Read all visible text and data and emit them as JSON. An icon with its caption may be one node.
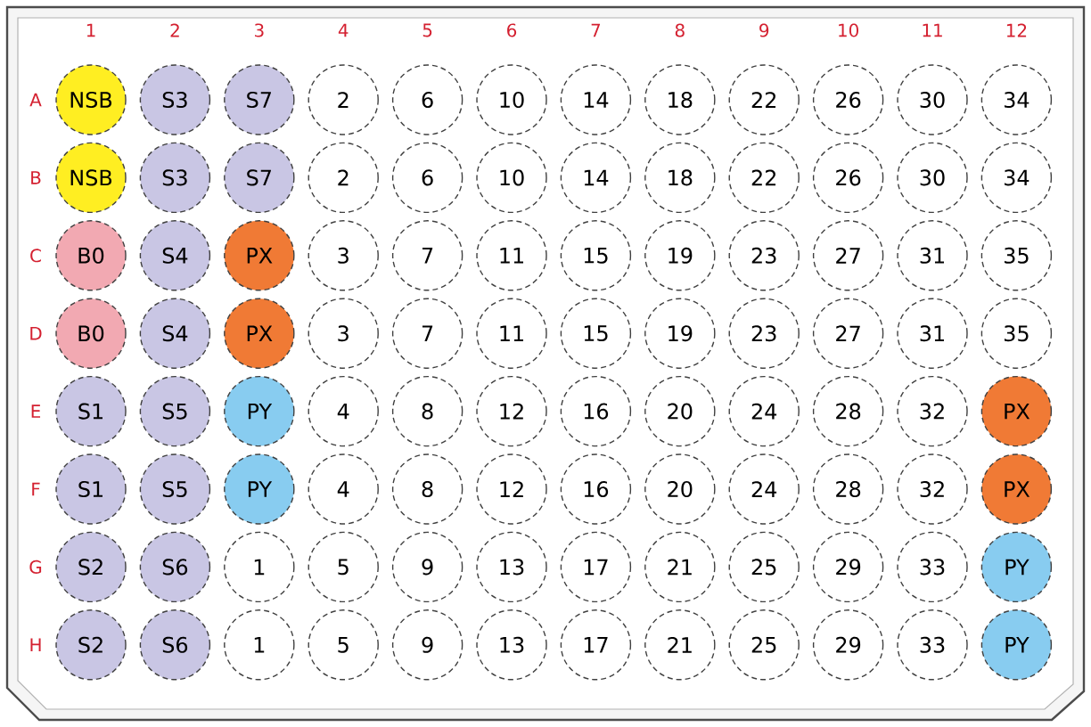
{
  "diagram": {
    "nodes": [
      {
        "text": [
          "NSB"
        ]
      },
      {
        "text": [
          "S3"
        ]
      },
      {
        "text": [
          "S7"
        ]
      },
      {
        "text": [
          "2"
        ]
      },
      {
        "text": [
          "6"
        ]
      },
      {
        "text": [
          "10"
        ]
      },
      {
        "text": [
          "14"
        ]
      },
      {
        "text": [
          "18"
        ]
      },
      {
        "text": [
          "22"
        ]
      },
      {
        "text": [
          "26"
        ]
      },
      {
        "text": [
          "30"
        ]
      },
      {
        "text": [
          "34"
        ]
      },
      {
        "text": [
          "NSB"
        ]
      },
      {
        "text": [
          "S3"
        ]
      },
      {
        "text": [
          "S7"
        ]
      },
      {
        "text": [
          "2"
        ]
      },
      {
        "text": [
          "6"
        ]
      },
      {
        "text": [
          "10"
        ]
      },
      {
        "text": [
          "14"
        ]
      },
      {
        "text": [
          "18"
        ]
      },
      {
        "text": [
          "22"
        ]
      },
      {
        "text": [
          "26"
        ]
      },
      {
        "text": [
          "30"
        ]
      },
      {
        "text": [
          "34"
        ]
      },
      {
        "text": [
          "B0"
        ]
      },
      {
        "text": [
          "S4"
        ]
      },
      {
        "text": [
          "PX"
        ]
      },
      {
        "text": [
          "3"
        ]
      },
      {
        "text": [
          "7"
        ]
      },
      {
        "text": [
          "11"
        ]
      },
      {
        "text": [
          "15"
        ]
      },
      {
        "text": [
          "19"
        ]
      },
      {
        "text": [
          "23"
        ]
      },
      {
        "text": [
          "27"
        ]
      },
      {
        "text": [
          "31"
        ]
      },
      {
        "text": [
          "35"
        ]
      },
      {
        "text": [
          "B0"
        ]
      },
      {
        "text": [
          "S4"
        ]
      },
      {
        "text": [
          "PX"
        ]
      },
      {
        "text": [
          "3"
        ]
      },
      {
        "text": [
          "7"
        ]
      },
      {
        "text": [
          "11"
        ]
      },
      {
        "text": [
          "15"
        ]
      },
      {
        "text": [
          "19"
        ]
      },
      {
        "text": [
          "23"
        ]
      },
      {
        "text": [
          "27"
        ]
      },
      {
        "text": [
          "31"
        ]
      },
      {
        "text": [
          "35"
        ]
      },
      {
        "text": [
          "S1"
        ]
      },
      {
        "text": [
          "S5"
        ]
      },
      {
        "text": [
          "PY"
        ]
      },
      {
        "text": [
          "4"
        ]
      },
      {
        "text": [
          "8"
        ]
      },
      {
        "text": [
          "12"
        ]
      },
      {
        "text": [
          "16"
        ]
      },
      {
        "text": [
          "20"
        ]
      },
      {
        "text": [
          "24"
        ]
      },
      {
        "text": [
          "28"
        ]
      },
      {
        "text": [
          "32"
        ]
      },
      {
        "text": [
          "PX"
        ]
      },
      {
        "text": [
          "S1"
        ]
      },
      {
        "text": [
          "S5"
        ]
      },
      {
        "text": [
          "PY"
        ]
      },
      {
        "text": [
          "4"
        ]
      },
      {
        "text": [
          "8"
        ]
      },
      {
        "text": [
          "12"
        ]
      },
      {
        "text": [
          "16"
        ]
      },
      {
        "text": [
          "20"
        ]
      },
      {
        "text": [
          "24"
        ]
      },
      {
        "text": [
          "28"
        ]
      },
      {
        "text": [
          "32"
        ]
      },
      {
        "text": [
          "PX"
        ]
      },
      {
        "text": [
          "S2"
        ]
      },
      {
        "text": [
          "S6"
        ]
      },
      {
        "text": [
          "1"
        ]
      },
      {
        "text": [
          "5"
        ]
      },
      {
        "text": [
          "9"
        ]
      },
      {
        "text": [
          "13"
        ]
      },
      {
        "text": [
          "17"
        ]
      },
      {
        "text": [
          "21"
        ]
      },
      {
        "text": [
          "25"
        ]
      },
      {
        "text": [
          "29"
        ]
      },
      {
        "text": [
          "33"
        ]
      },
      {
        "text": [
          "PY"
        ]
      },
      {
        "text": [
          "S2"
        ]
      },
      {
        "text": [
          "S6"
        ]
      },
      {
        "text": [
          "1"
        ]
      },
      {
        "text": [
          "5"
        ]
      },
      {
        "text": [
          "9"
        ]
      },
      {
        "text": [
          "13"
        ]
      },
      {
        "text": [
          "17"
        ]
      },
      {
        "text": [
          "21"
        ]
      },
      {
        "text": [
          "25"
        ]
      },
      {
        "text": [
          "29"
        ]
      },
      {
        "text": [
          "33"
        ]
      },
      {
        "text": [
          "PY"
        ]
      }
    ],
    "labels": [
      "1",
      "2",
      "3",
      "4",
      "5",
      "6",
      "7",
      "8",
      "9",
      "10",
      "11",
      "12",
      "A",
      "B",
      "C",
      "D",
      "E",
      "F",
      "G",
      "H"
    ]
  }
}
